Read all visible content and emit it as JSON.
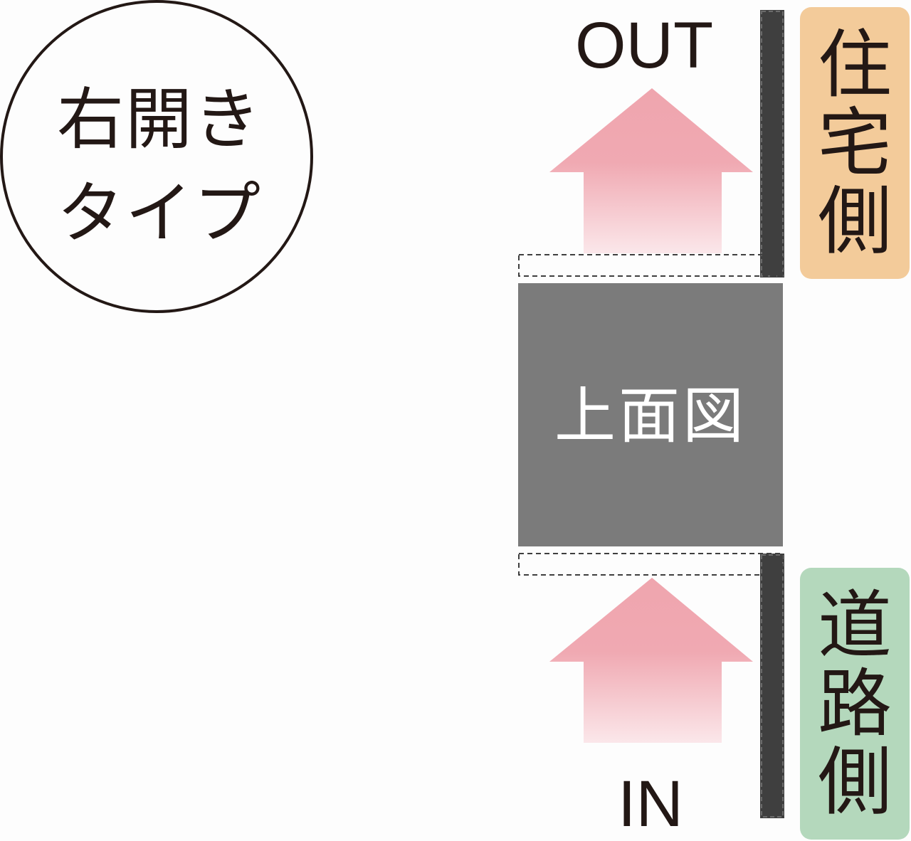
{
  "type_badge": {
    "line1": "右開き",
    "line2": "タイプ"
  },
  "out_label": "OUT",
  "in_label": "IN",
  "residence_side": {
    "chars": [
      "住",
      "宅",
      "側"
    ],
    "color": "#f3cb9a"
  },
  "road_side": {
    "chars": [
      "道",
      "路",
      "側"
    ],
    "color": "#b4d8bc"
  },
  "top_view": {
    "label": "上面図",
    "color": "#7b7b7b"
  },
  "arrow": {
    "color_top": "#efa5ae",
    "color_bottom": "#fbe7ea"
  },
  "fence": {
    "color": "#3f3f3f"
  }
}
